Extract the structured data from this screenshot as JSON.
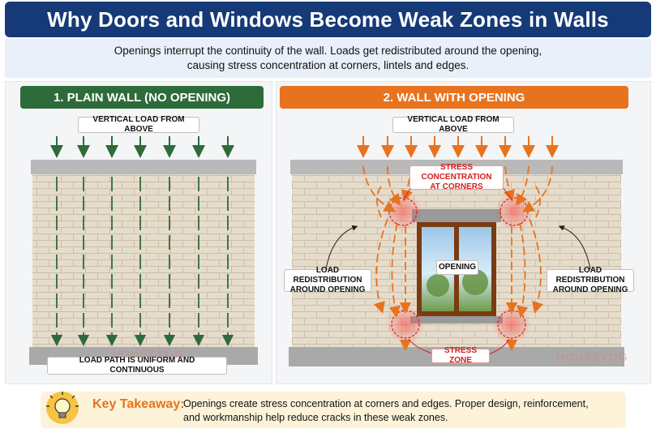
{
  "header": {
    "title": "Why Doors and Windows Become Weak Zones in Walls",
    "subtitle_line1": "Openings interrupt the continuity of the wall. Loads get redistributed around the opening,",
    "subtitle_line2": "causing stress concentration at corners, lintels and edges."
  },
  "left_panel": {
    "heading": "1. PLAIN WALL (NO OPENING)",
    "load_label": "VERTICAL LOAD FROM ABOVE",
    "legend": "LOAD PATH IS UNIFORM AND CONTINUOUS",
    "watermark": "HOUSEYOG"
  },
  "right_panel": {
    "heading": "2. WALL WITH OPENING",
    "load_label": "VERTICAL LOAD FROM ABOVE",
    "stress_corners_line1": "STRESS CONCENTRATION",
    "stress_corners_line2": "AT CORNERS",
    "opening_label": "OPENING",
    "redistribution_left_line1": "LOAD REDISTRIBUTION",
    "redistribution_left_line2": "AROUND OPENING",
    "redistribution_right_line1": "LOAD REDISTRIBUTION",
    "redistribution_right_line2": "AROUND OPENING",
    "stress_zone": "STRESS ZONE",
    "watermark": "HOUSEYOG"
  },
  "takeaway": {
    "label": "Key Takeaway:",
    "line1": "Openings create stress concentration at corners and edges. Proper design, reinforcement,",
    "line2": "and workmanship help reduce cracks in these weak zones."
  },
  "colors": {
    "title_bg": "#163a78",
    "green": "#2e6b3a",
    "orange": "#e8731f",
    "stress_red": "#d42020",
    "wall": "#e6dccb",
    "slab": "#b9b9b9"
  }
}
